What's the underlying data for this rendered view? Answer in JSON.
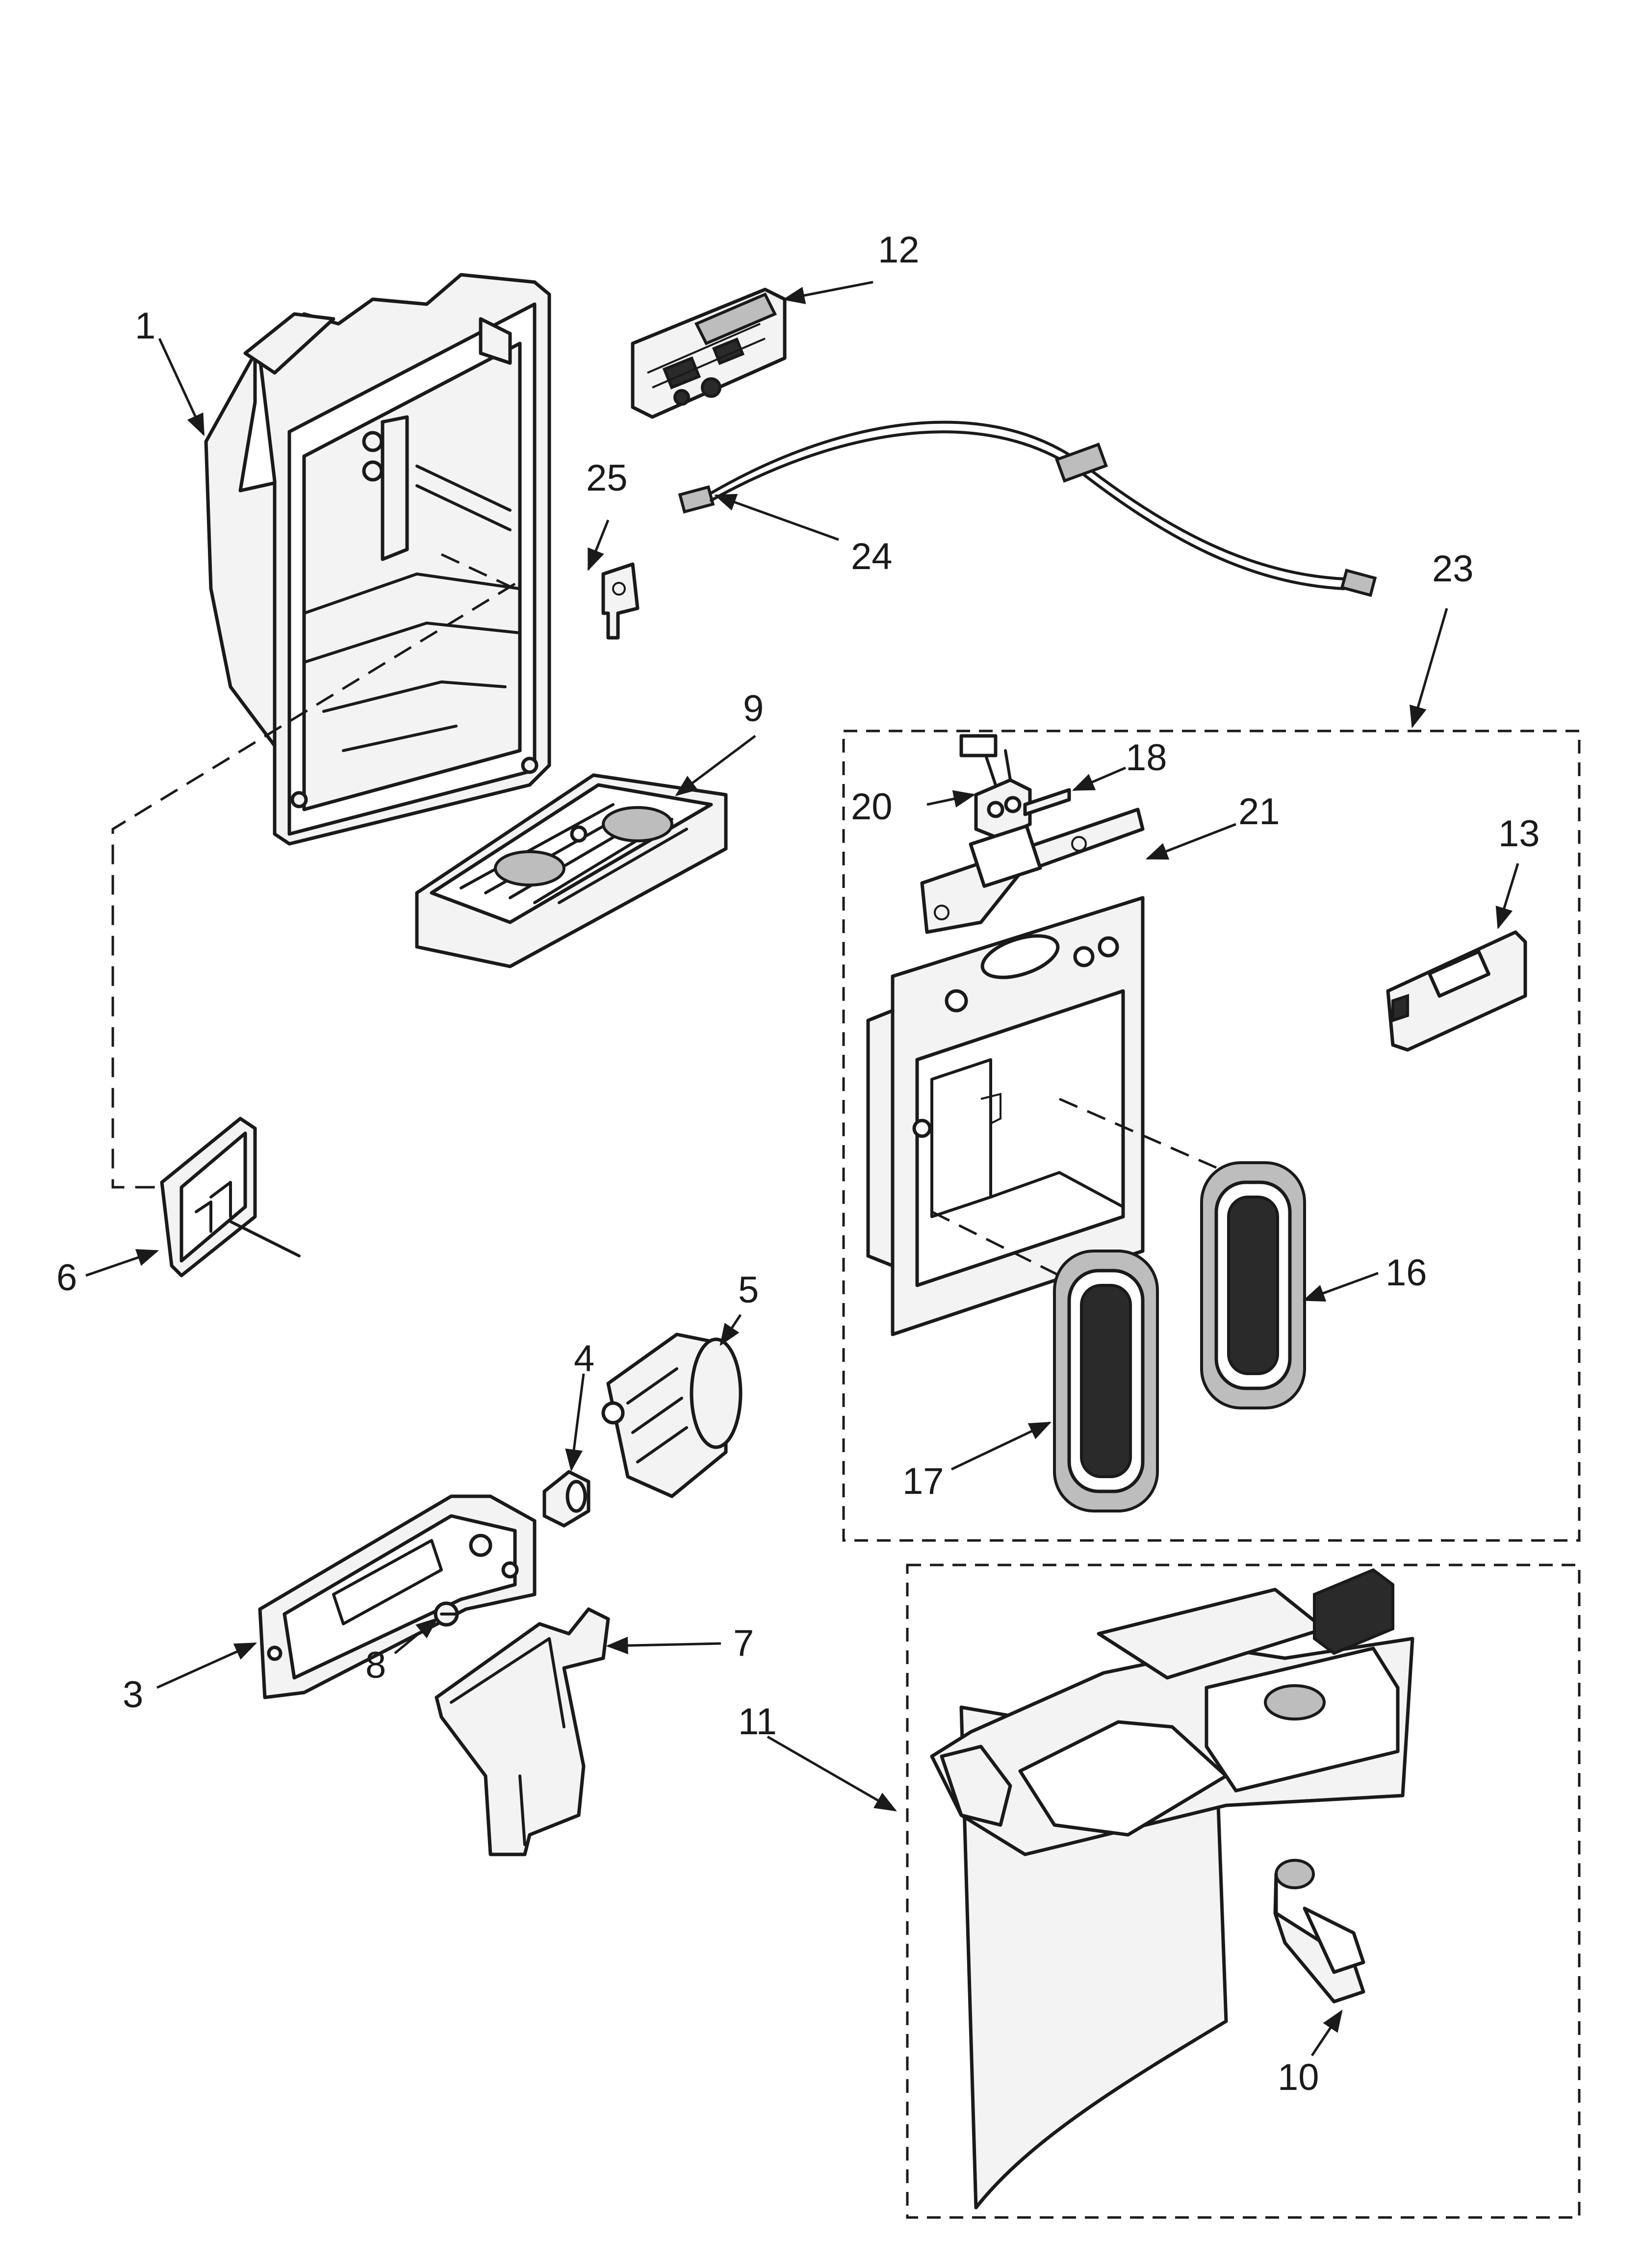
{
  "callouts": {
    "c1": "1",
    "c3": "3",
    "c4": "4",
    "c5": "5",
    "c6": "6",
    "c7": "7",
    "c8": "8",
    "c9": "9",
    "c10": "10",
    "c11": "11",
    "c12": "12",
    "c13": "13",
    "c16": "16",
    "c17": "17",
    "c18": "18",
    "c20": "20",
    "c21": "21",
    "c23": "23",
    "c24": "24",
    "c25": "25"
  }
}
